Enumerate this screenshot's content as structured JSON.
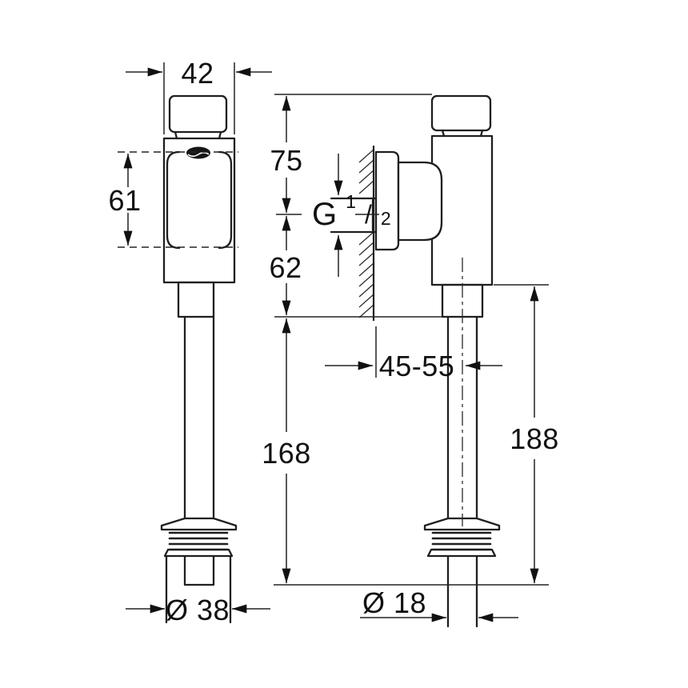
{
  "drawing": {
    "type": "technical-dimension-drawing",
    "subject": "wall-mounted flush valve, front view and side view",
    "colors": {
      "background": "#ffffff",
      "line": "#1f1f1f",
      "text": "#111111"
    },
    "dimensions": {
      "top_width": "42",
      "grip_height": "61",
      "button_to_inlet": "75",
      "inlet_to_outlet": "62",
      "wall_to_pipe_center": "45-55",
      "flush_pipe_length": "168",
      "outlet_to_pipe_end": "188",
      "sleeve_diameter": "Ø 38",
      "pipe_diameter": "Ø 18",
      "inlet_thread": {
        "prefix": "G",
        "numerator": "1",
        "slash": "/",
        "denominator": "2"
      }
    }
  }
}
